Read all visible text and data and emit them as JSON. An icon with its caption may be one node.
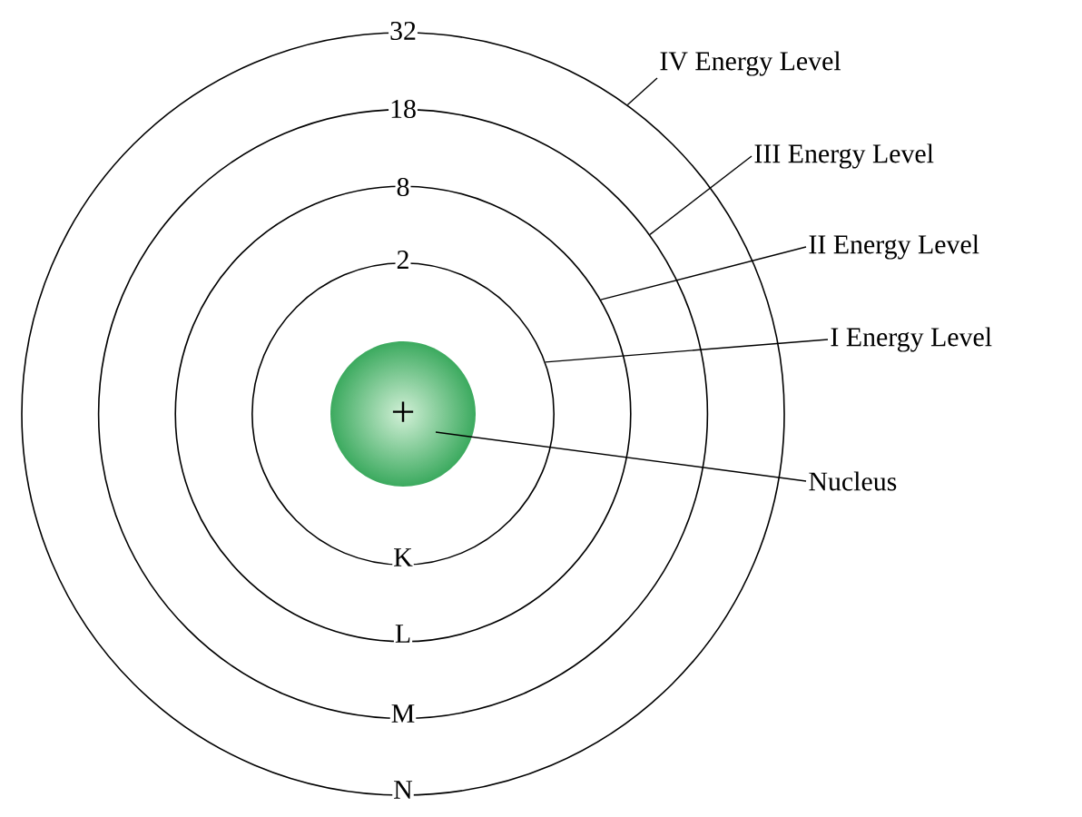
{
  "diagram": {
    "nodes": [
      {
        "text": [],
        "shape": "circle"
      },
      {
        "text": [],
        "shape": "circle",
        "in": 0
      },
      {
        "text": [],
        "shape": "circle",
        "in": 1
      },
      {
        "text": [],
        "shape": "circle",
        "in": 2
      },
      {
        "text": [
          "+"
        ],
        "in": 3
      },
      {
        "text": [
          "IV Energy Level"
        ]
      },
      {
        "text": [
          "III Energy Level"
        ]
      },
      {
        "text": [
          "II Energy Level"
        ]
      },
      {
        "text": [
          "I Energy Level"
        ]
      },
      {
        "text": [
          "Nucleus"
        ]
      }
    ],
    "edges": [
      {
        "from": 5,
        "to": 0,
        "arrow": "none"
      },
      {
        "from": 6,
        "to": 1,
        "arrow": "none"
      },
      {
        "from": 7,
        "to": 2,
        "arrow": "none"
      },
      {
        "from": 8,
        "to": 3,
        "arrow": "none"
      },
      {
        "from": 9,
        "to": 4,
        "arrow": "none"
      }
    ],
    "labels": [
      "32",
      "18",
      "8",
      "2",
      "K",
      "L",
      "M",
      "N"
    ]
  }
}
